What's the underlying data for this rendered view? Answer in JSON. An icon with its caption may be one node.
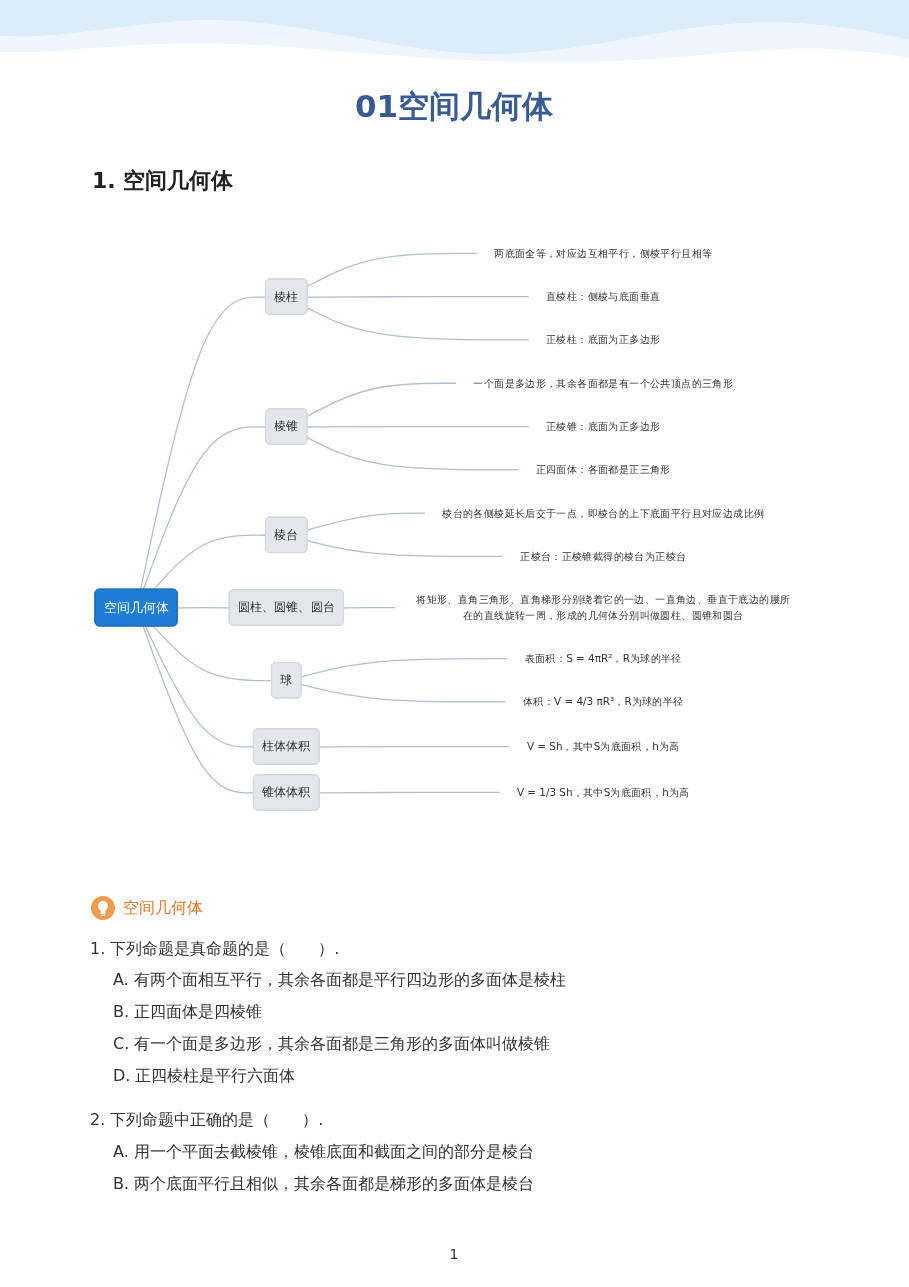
{
  "diagram": {
    "title": "01空间几何体",
    "nodes": [
      {
        "text": [
          "空间几何体"
        ]
      },
      {
        "text": [
          "棱柱"
        ]
      },
      {
        "text": [
          "两底面全等，对应边互相平行，侧棱平行且相等"
        ]
      },
      {
        "text": [
          "直棱柱：侧棱与底面垂直"
        ]
      },
      {
        "text": [
          "正棱柱：底面为正多边形"
        ]
      },
      {
        "text": [
          "棱锥"
        ]
      },
      {
        "text": [
          "一个面是多边形，其余各面都是有一个公共顶点的三角形"
        ]
      },
      {
        "text": [
          "正棱锥：底面为正多边形"
        ]
      },
      {
        "text": [
          "正四面体：各面都是正三角形"
        ]
      },
      {
        "text": [
          "棱台"
        ]
      },
      {
        "text": [
          "棱台的各侧棱延长后交于一点，即棱台的上下底面平行且对应边成比例"
        ]
      },
      {
        "text": [
          "正棱台：正棱锥截得的棱台为正棱台"
        ]
      },
      {
        "text": [
          "圆柱、圆锥、圆台"
        ]
      },
      {
        "text": [
          "将矩形、直角三角形、直角梯形分别绕着它的一边、一直角边、垂直于底边的腰所在的直线旋转一周，形成的几何体分别叫做圆柱、圆锥和圆台"
        ]
      },
      {
        "text": [
          "球"
        ]
      },
      {
        "text": [
          "表面积：S = 4πR²，R为球的半径"
        ]
      },
      {
        "text": [
          "体积：V = 4/3 πR³，R为球的半径"
        ]
      },
      {
        "text": [
          "柱体体积"
        ]
      },
      {
        "text": [
          "V = Sh，其中S为底面积，h为高"
        ]
      },
      {
        "text": [
          "锥体体积"
        ]
      },
      {
        "text": [
          "V = 1/3 Sh，其中S为底面积，h为高"
        ]
      }
    ],
    "edges": [
      {
        "from": 0,
        "to": 1,
        "arrow": "none"
      },
      {
        "from": 1,
        "to": 2,
        "arrow": "none"
      },
      {
        "from": 1,
        "to": 3,
        "arrow": "none"
      },
      {
        "from": 1,
        "to": 4,
        "arrow": "none"
      },
      {
        "from": 0,
        "to": 5,
        "arrow": "none"
      },
      {
        "from": 5,
        "to": 6,
        "arrow": "none"
      },
      {
        "from": 5,
        "to": 7,
        "arrow": "none"
      },
      {
        "from": 5,
        "to": 8,
        "arrow": "none"
      },
      {
        "from": 0,
        "to": 9,
        "arrow": "none"
      },
      {
        "from": 9,
        "to": 10,
        "arrow": "none"
      },
      {
        "from": 9,
        "to": 11,
        "arrow": "none"
      },
      {
        "from": 0,
        "to": 12,
        "arrow": "none"
      },
      {
        "from": 12,
        "to": 13,
        "arrow": "none"
      },
      {
        "from": 0,
        "to": 14,
        "arrow": "none"
      },
      {
        "from": 14,
        "to": 15,
        "arrow": "none"
      },
      {
        "from": 14,
        "to": 16,
        "arrow": "none"
      },
      {
        "from": 0,
        "to": 17,
        "arrow": "none"
      },
      {
        "from": 17,
        "to": 18,
        "arrow": "none"
      },
      {
        "from": 0,
        "to": 19,
        "arrow": "none"
      },
      {
        "from": 19,
        "to": 20,
        "arrow": "none"
      }
    ],
    "labels": [
      "1. 空间几何体",
      "空间几何体",
      "1.  下列命题是真命题的是（　　）.",
      "A.  有两个面相互平行，其余各面都是平行四边形的多面体是棱柱",
      "B.  正四面体是四棱锥",
      "C.  有一个面是多边形，其余各面都是三角形的多面体叫做棱锥",
      "D.  正四棱柱是平行六面体",
      "2.  下列命题中正确的是（　　）.",
      "A.  用一个平面去截棱锥，棱锥底面和截面之间的部分是棱台",
      "B.  两个底面平行且相似，其余各面都是梯形的多面体是棱台",
      "1"
    ]
  }
}
